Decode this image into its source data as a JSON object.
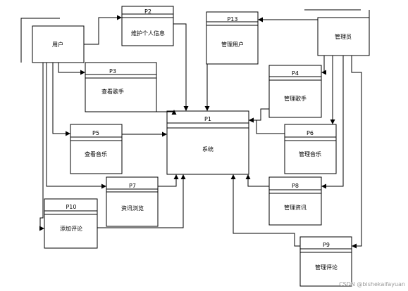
{
  "external_entities": {
    "user": "用户",
    "admin": "管理员"
  },
  "processes": {
    "p1": {
      "id": "P1",
      "label": "系统"
    },
    "p2": {
      "id": "P2",
      "label": "维护个人信息"
    },
    "p3": {
      "id": "P3",
      "label": "查看歌手"
    },
    "p4": {
      "id": "P4",
      "label": "管理歌手"
    },
    "p5": {
      "id": "P5",
      "label": "查看音乐"
    },
    "p6": {
      "id": "P6",
      "label": "管理音乐"
    },
    "p7": {
      "id": "P7",
      "label": "资讯浏览"
    },
    "p8": {
      "id": "P8",
      "label": "管理资讯"
    },
    "p9": {
      "id": "P9",
      "label": "管理评论"
    },
    "p10": {
      "id": "P10",
      "label": "添加评论"
    },
    "p13": {
      "id": "P13",
      "label": "管理用户"
    }
  },
  "watermark": "CSDN @bishekaifayuan",
  "colors": {
    "stroke": "#000000",
    "background": "#ffffff",
    "watermark": "#9a9a9a"
  }
}
